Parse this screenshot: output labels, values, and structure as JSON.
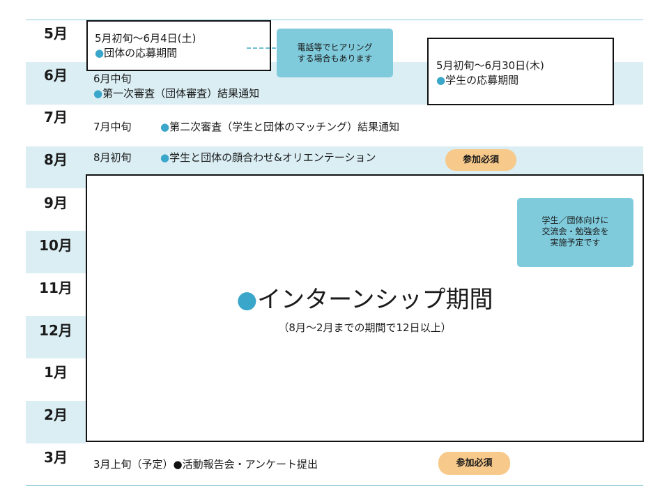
{
  "months": [
    "5月",
    "6月",
    "7月",
    "8月",
    "9月",
    "10月",
    "11月",
    "12月",
    "1月",
    "2月",
    "3月"
  ],
  "group_application": {
    "period": "5月初旬～6月4日(土)",
    "label": "団体の応募期間"
  },
  "phone_note": {
    "line1": "電話等でヒアリング",
    "line2": "する場合もあります"
  },
  "student_application": {
    "period": "5月初旬～6月30日(木)",
    "label": "学生の応募期間"
  },
  "first_review": {
    "timing": "6月中旬",
    "label": "第一次審査（団体審査）結果通知"
  },
  "second_review": {
    "timing": "7月中旬",
    "label": "第二次審査（学生と団体のマッチング）結果通知"
  },
  "orientation": {
    "timing": "8月初旬",
    "label": "学生と団体の顔合わせ&オリエンテーション",
    "badge": "参加必須"
  },
  "internship": {
    "title": "インターンシップ期間",
    "subtitle": "（8月～2月までの期間で12日以上）"
  },
  "exchange_note": {
    "line1": "学生／団体向けに",
    "line2": "交流会・勉強会を",
    "line3": "実施予定です"
  },
  "report": {
    "timing": "3月上旬（予定）",
    "label": "活動報告会・アンケート提出",
    "badge": "参加必須"
  },
  "colors": {
    "band": "#daeef4",
    "bullet": "#3aa6c9",
    "note": "#7fcbdc",
    "badge": "#f7c98a",
    "rule": "#8ecbd8"
  }
}
